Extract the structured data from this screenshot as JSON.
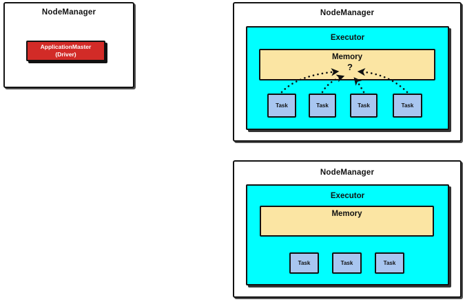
{
  "colors": {
    "executor_bg": "#00ffff",
    "memory_bg": "#fbe5a3",
    "task_bg": "#a8c6f0",
    "appmaster_bg": "#d22b27",
    "border": "#111111",
    "canvas_bg": "#ffffff"
  },
  "driver_node": {
    "title": "NodeManager",
    "app_master": {
      "line1": "ApplicationMaster",
      "line2": "(Driver)"
    }
  },
  "executor_node_top": {
    "title": "NodeManager",
    "executor": {
      "label": "Executor",
      "memory_label": "Memory",
      "question_mark": "?",
      "tasks": [
        "Task",
        "Task",
        "Task",
        "Task"
      ]
    }
  },
  "executor_node_bottom": {
    "title": "NodeManager",
    "executor": {
      "label": "Executor",
      "memory_label": "Memory",
      "tasks": [
        "Task",
        "Task",
        "Task"
      ]
    }
  }
}
